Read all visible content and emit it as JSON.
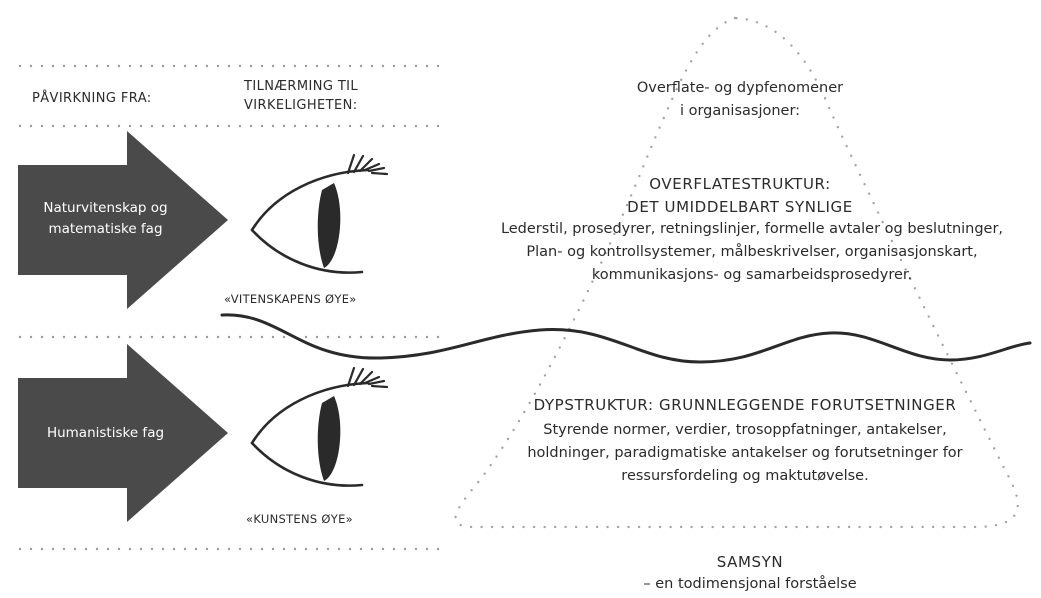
{
  "headers": {
    "influence": "PÅVIRKNING FRA:",
    "approach_lines": [
      "TILNÆRMING TIL",
      "VIRKELIGHETEN:"
    ]
  },
  "arrows": [
    {
      "lines": [
        "Naturvitenskap og",
        "matematiske fag"
      ],
      "color": "#4a4a4a"
    },
    {
      "lines": [
        "Humanistiske fag"
      ],
      "color": "#4a4a4a"
    }
  ],
  "eyes": [
    {
      "label": "«VITENSKAPENS ØYE»",
      "icon": "eye-icon"
    },
    {
      "label": "«KUNSTENS ØYE»",
      "icon": "eye-icon"
    }
  ],
  "iceberg": {
    "intro_lines": [
      "Overflate- og dypfenomener",
      "i organisasjoner:"
    ],
    "surface": {
      "title_lines": [
        "OVERFLATESTRUKTUR:",
        "DET UMIDDELBART SYNLIGE"
      ],
      "body_lines": [
        "Lederstil, prosedyrer, retningslinjer, formelle avtaler og beslutninger,",
        "Plan- og kontrollsystemer, målbeskrivelser, organisasjonskart,",
        "kommunikasjons- og samarbeidsprosedyrer."
      ]
    },
    "deep": {
      "title": "DYPSTRUKTUR: GRUNNLEGGENDE FORUTSETNINGER",
      "body_lines": [
        "Styrende normer, verdier, trosoppfatninger, antakelser,",
        "holdninger, paradigmatiske antakelser og forutsetninger for",
        "ressursfordeling og maktutøvelse."
      ]
    }
  },
  "footer": {
    "title": "SAMSYN",
    "subtitle": "– en todimensjonal forståelse"
  }
}
